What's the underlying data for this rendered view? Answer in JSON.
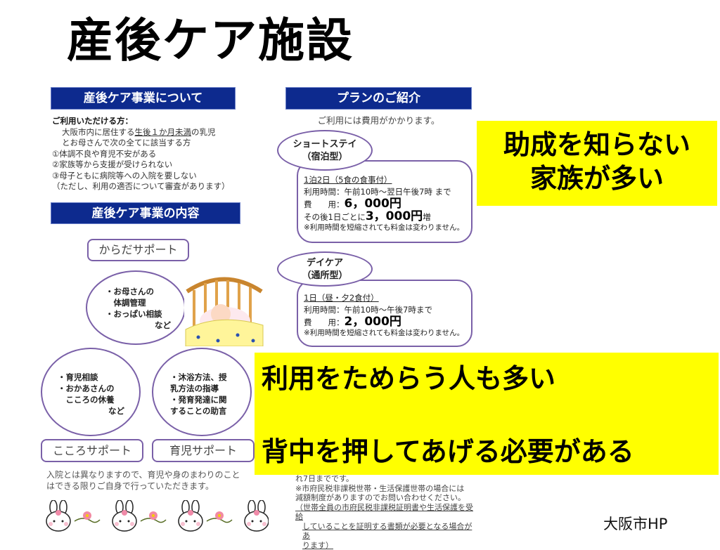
{
  "title": "産後ケア施設",
  "left": {
    "header1": "産後ケア事業について",
    "eligible_label": "ご利用いただける方：",
    "eligible_lines": [
      "大阪市内に居住する",
      "生後１か月未満",
      "の乳児",
      "とお母さんで次の全てに該当する方"
    ],
    "conditions": [
      "①体調不良や育児不安がある",
      "②家族等から支援が受けられない",
      "③母子ともに病院等への入院を要しない",
      "（ただし、利用の適否について審査があります）"
    ],
    "header2": "産後ケア事業の内容",
    "body_support": "からだサポート",
    "body_circle": [
      "・お母さんの",
      "　体調管理",
      "・おっぱい相談",
      "など"
    ],
    "mind_circle": [
      "・育児相談",
      "・おかあさんの",
      "　こころの休養",
      "など"
    ],
    "childcare_circle": [
      "・沐浴方法、授",
      "乳方法の指導",
      "・発育発達に関",
      "することの助言"
    ],
    "mind_support": "こころサポート",
    "childcare_support": "育児サポート",
    "note": [
      "入院とは異なりますので、育児や身のまわりのこと",
      "はできる限りご自身で行っていただきます。"
    ]
  },
  "right": {
    "header": "プランのご紹介",
    "fee_note": "ご利用には費用がかかります。",
    "short_stay": {
      "name": "ショートステイ",
      "type": "（宿泊型）",
      "plan": "1泊2日（5食の食事付）",
      "hours": "利用時間：午前10時～翌日午後7時 まで",
      "fee_label": "費　　用：",
      "fee": "6，000円",
      "extra_pre": "その後1日ごとに",
      "extra": "3，000円",
      "extra_post": "増",
      "note": "※利用時間を短縮されても料金は変わりません。"
    },
    "day_care": {
      "name": "デイケア",
      "type": "（通所型）",
      "plan": "1日（昼・夕2食付）",
      "hours": "利用時間：午前10時～午後7時まで",
      "fee_label": "費　　用：",
      "fee": "2，000円",
      "note": "※利用時間を短縮されても料金は変わりません。"
    },
    "bottom": [
      "れ7日までです。",
      "※市府民税非課税世帯・生活保護世帯の場合には",
      "減額制度がありますのでお問い合わせください。",
      "（世帯全員の市府民税非課税証明書や生活保護を受給",
      "していることを証明する書類が必要となる場合があ",
      "ります）"
    ]
  },
  "callout1": [
    "助成を知らない",
    "家族が多い"
  ],
  "callout2": [
    "利用をためらう人も多い",
    "背中を押してあげる必要がある"
  ],
  "source": "大阪市HP",
  "colors": {
    "header_blue": "#0d2a8e",
    "callout_yellow": "#ffff00",
    "border_purple": "#7a60a8"
  }
}
